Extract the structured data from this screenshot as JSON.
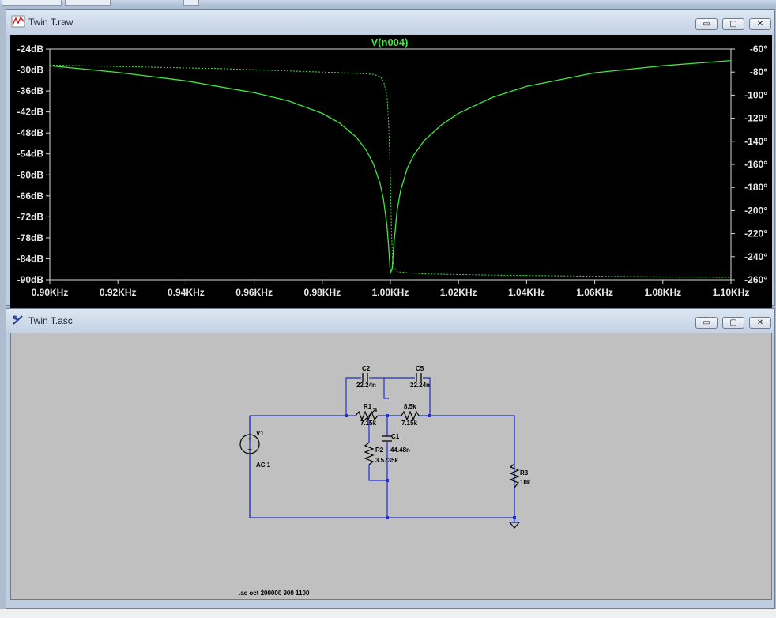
{
  "windows": {
    "plot": {
      "title": "Twin T.raw",
      "icon": "waveform-icon"
    },
    "schematic": {
      "title": "Twin T.asc",
      "icon": "schematic-icon"
    },
    "controls": {
      "minimize": "▭",
      "maximize": "▢",
      "close": "✕"
    }
  },
  "colors": {
    "trace": "#3ee83e",
    "wire": "#1c2fd0",
    "plot_bg": "#000000",
    "schematic_bg": "#c0c0c0"
  },
  "chart_data": {
    "type": "line",
    "title": "V(n004)",
    "xlim": [
      0.9,
      1.1
    ],
    "x_unit": "KHz",
    "x_ticks": [
      "0.90KHz",
      "0.92KHz",
      "0.94KHz",
      "0.96KHz",
      "0.98KHz",
      "1.00KHz",
      "1.02KHz",
      "1.04KHz",
      "1.06KHz",
      "1.08KHz",
      "1.10KHz"
    ],
    "ylim_left": [
      -90,
      -24
    ],
    "y_ticks_left": [
      "-24dB",
      "-30dB",
      "-36dB",
      "-42dB",
      "-48dB",
      "-54dB",
      "-60dB",
      "-66dB",
      "-72dB",
      "-78dB",
      "-84dB",
      "-90dB"
    ],
    "ylim_right": [
      -260,
      -60
    ],
    "y_ticks_right": [
      "-60°",
      "-80°",
      "-100°",
      "-120°",
      "-140°",
      "-160°",
      "-180°",
      "-200°",
      "-220°",
      "-240°",
      "-260°"
    ],
    "series": [
      {
        "name": "magnitude",
        "style": "solid",
        "x": [
          0.9,
          0.92,
          0.94,
          0.96,
          0.97,
          0.98,
          0.985,
          0.99,
          0.993,
          0.995,
          0.997,
          0.998,
          0.999,
          0.9995,
          1.0,
          1.0005,
          1.001,
          1.002,
          1.003,
          1.005,
          1.007,
          1.01,
          1.015,
          1.02,
          1.03,
          1.04,
          1.06,
          1.08,
          1.1
        ],
        "y": [
          -28.8,
          -30.7,
          -33.1,
          -36.5,
          -38.8,
          -42.4,
          -45.1,
          -49.2,
          -53.1,
          -56.8,
          -62.6,
          -67.2,
          -74.6,
          -80.6,
          -88.0,
          -87.0,
          -80.0,
          -70.0,
          -64.5,
          -58.0,
          -54.1,
          -50.1,
          -45.7,
          -42.4,
          -37.8,
          -34.7,
          -30.8,
          -28.8,
          -27.3
        ]
      },
      {
        "name": "phase",
        "style": "dashed",
        "x": [
          0.9,
          0.95,
          0.98,
          0.99,
          0.995,
          0.997,
          0.998,
          0.999,
          0.9995,
          1.0,
          1.0003,
          1.0006,
          1.001,
          1.002,
          1.005,
          1.01,
          1.03,
          1.06,
          1.1
        ],
        "y": [
          -74,
          -77,
          -80,
          -81,
          -82,
          -84,
          -88,
          -100,
          -125,
          -170,
          -215,
          -240,
          -249,
          -253,
          -254,
          -255,
          -256,
          -257,
          -258
        ]
      }
    ]
  },
  "schematic": {
    "components": {
      "c2": {
        "name": "C2",
        "value": "22.24n"
      },
      "c5": {
        "name": "C5",
        "value": "22.24n"
      },
      "r1": {
        "name": "R1",
        "value": "7.15k"
      },
      "r1b": {
        "name": "8.5k",
        "value": "7.15k"
      },
      "c1": {
        "name": "C1",
        "value": "44.48n"
      },
      "r2": {
        "name": "R2",
        "value": "3.5735k"
      },
      "r3": {
        "name": "R3",
        "value": "10k"
      },
      "v1": {
        "name": "V1",
        "value": "AC 1"
      }
    },
    "directive": ".ac oct 200000 900 1100"
  }
}
